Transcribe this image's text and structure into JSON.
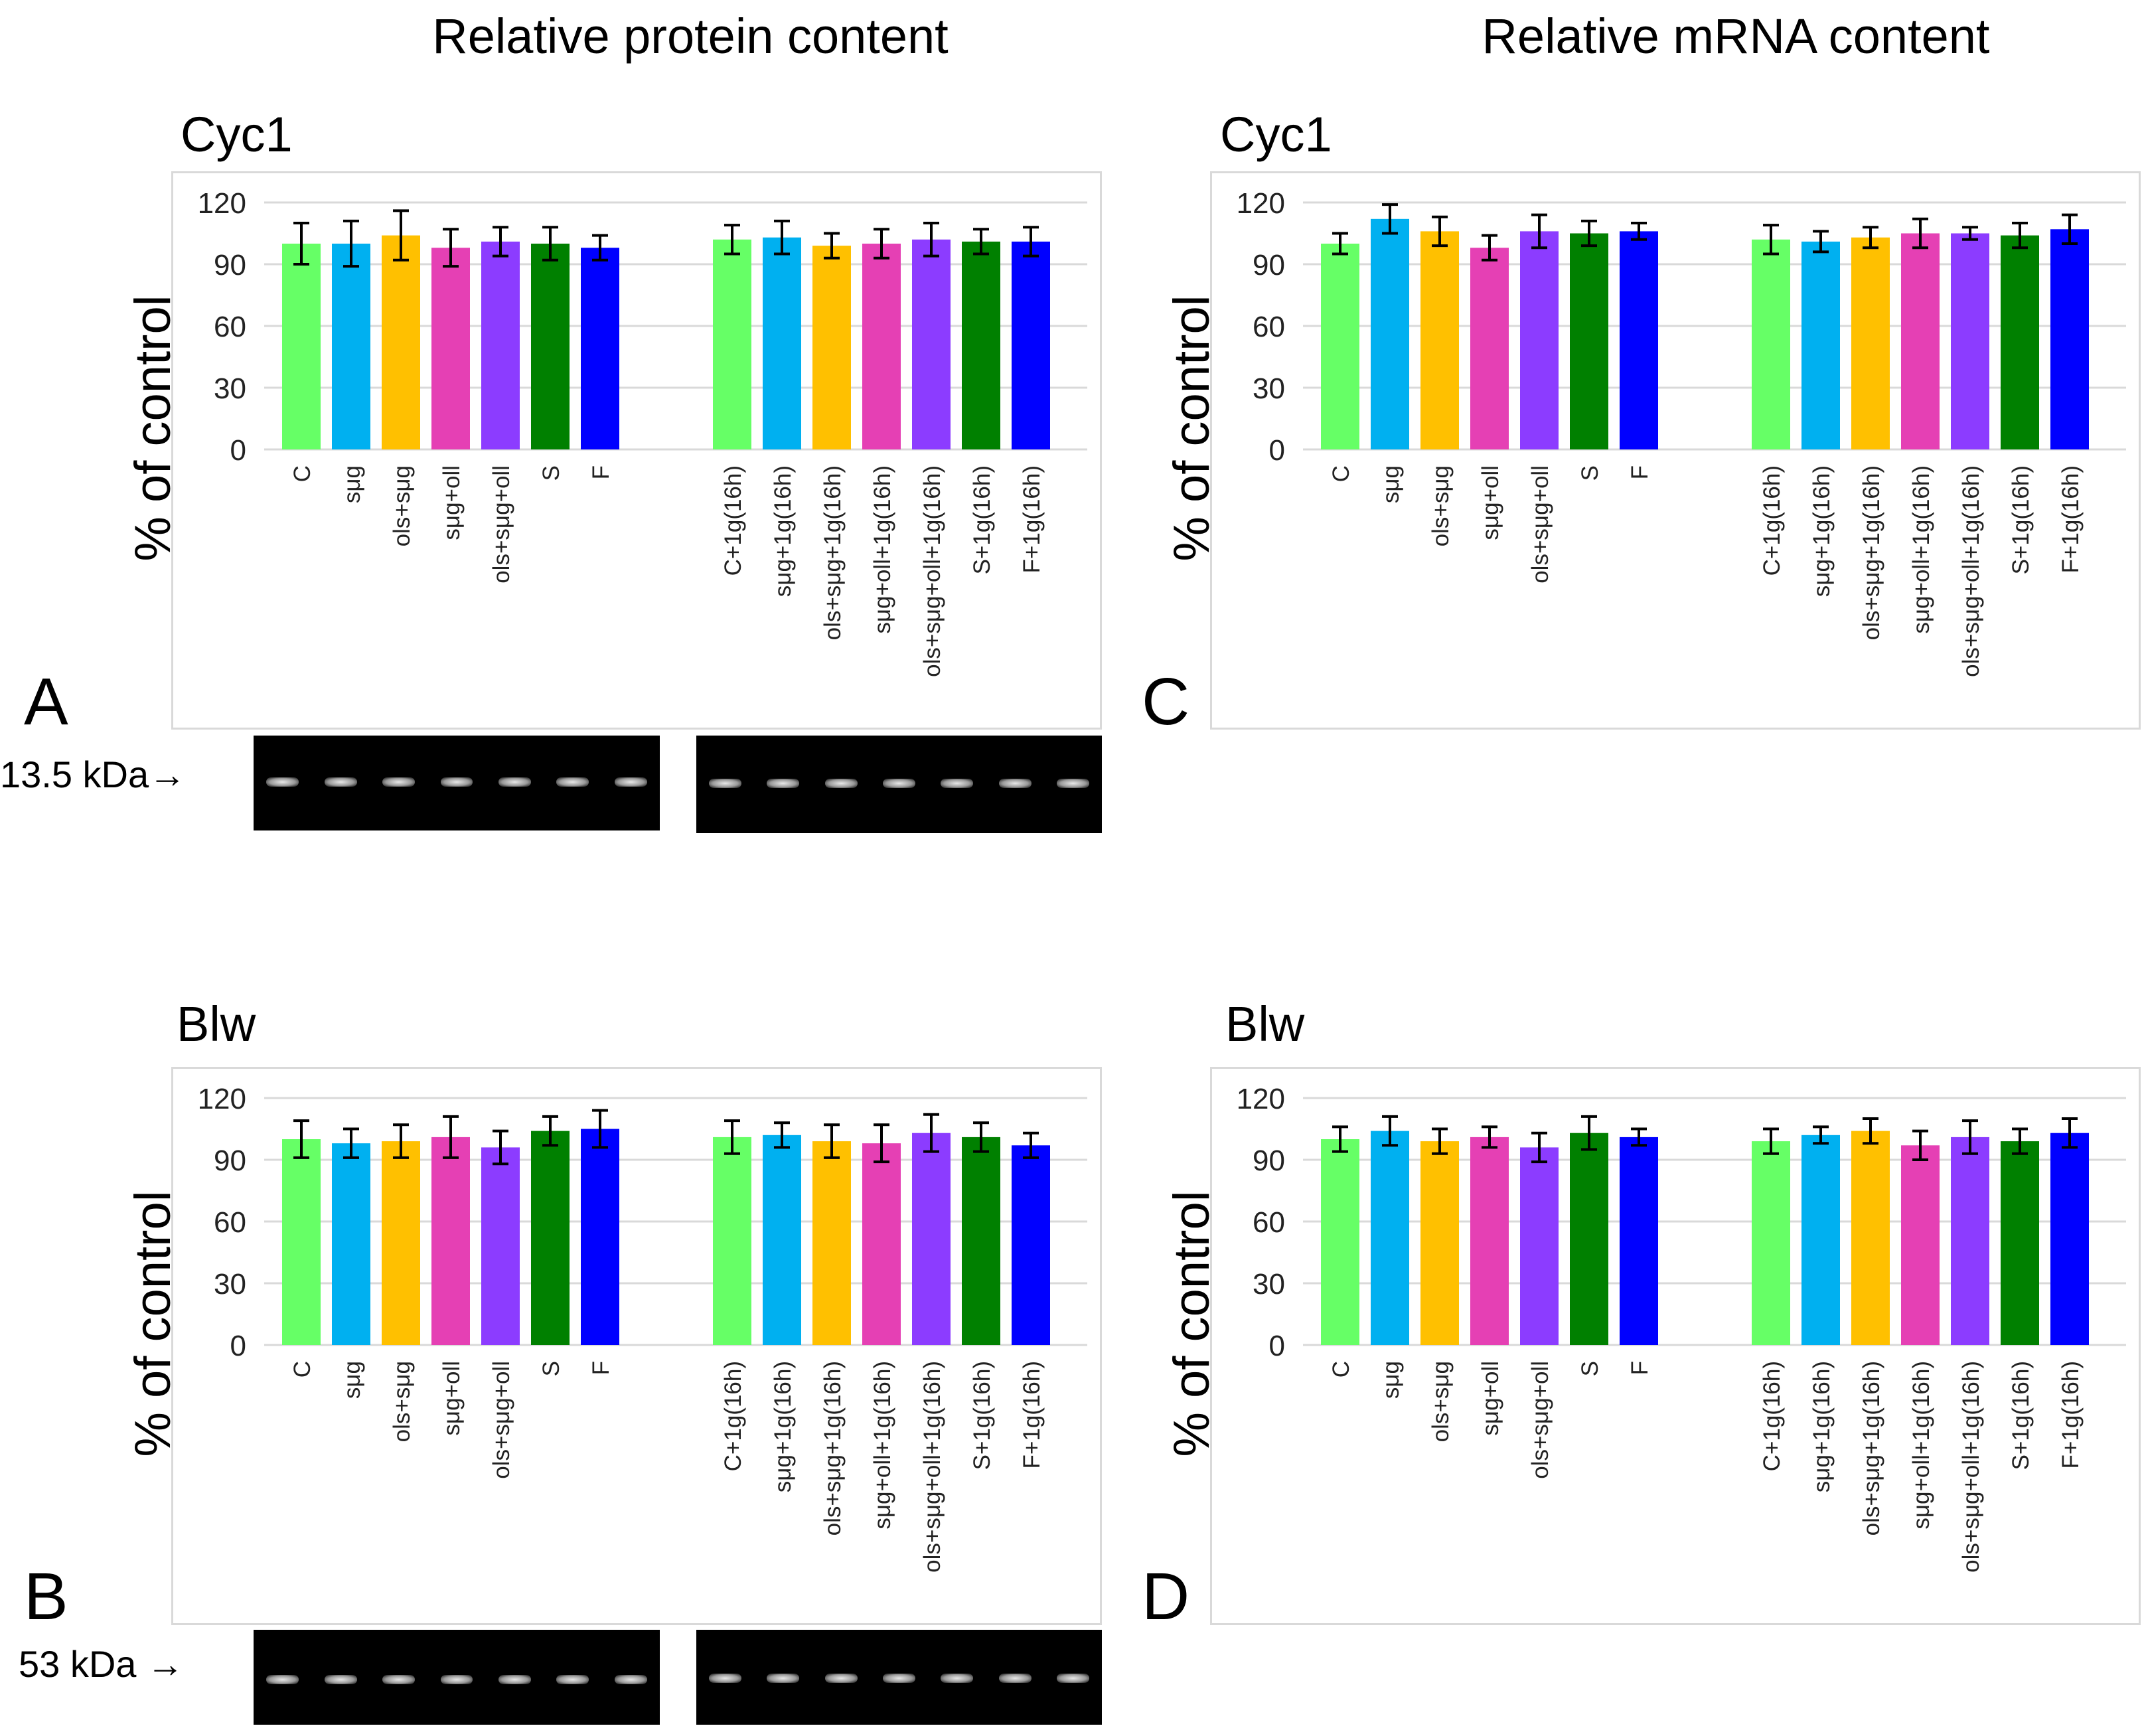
{
  "column_titles": {
    "protein": "Relative protein content",
    "mrna": "Relative mRNA content"
  },
  "panels": [
    {
      "letter": "A",
      "gene": "Cyc1",
      "band_label": "13.5 kDa→"
    },
    {
      "letter": "B",
      "gene": "Blw",
      "band_label": "53 kDa →"
    },
    {
      "letter": "C",
      "gene": "Cyc1"
    },
    {
      "letter": "D",
      "gene": "Blw"
    }
  ],
  "chart_data": [
    {
      "panel": "A",
      "type": "bar",
      "title": "Cyc1",
      "ylabel": "% of control",
      "ylim": [
        0,
        120
      ],
      "yticks": [
        0,
        30,
        60,
        90,
        120
      ],
      "grid": true,
      "colors": [
        "#66ff66",
        "#00b0f0",
        "#ffc000",
        "#e540b4",
        "#8c3cff",
        "#008000",
        "#0000ff",
        "#66ff66",
        "#00b0f0",
        "#ffc000",
        "#e540b4",
        "#8c3cff",
        "#008000",
        "#0000ff"
      ],
      "categories": [
        "C",
        "sμg",
        "ols+sμg",
        "sμg+oll",
        "ols+sμg+oll",
        "S",
        "F",
        "C+1g(16h)",
        "sμg+1g(16h)",
        "ols+sμg+1g(16h)",
        "sμg+oll+1g(16h)",
        "ols+sμg+oll+1g(16h)",
        "S+1g(16h)",
        "F+1g(16h)"
      ],
      "values": [
        100,
        100,
        104,
        98,
        101,
        100,
        98,
        102,
        103,
        99,
        100,
        102,
        101,
        101
      ],
      "errors": [
        10,
        11,
        12,
        9,
        7,
        8,
        6,
        7,
        8,
        6,
        7,
        8,
        6,
        7
      ]
    },
    {
      "panel": "B",
      "type": "bar",
      "title": "Blw",
      "ylabel": "% of control",
      "ylim": [
        0,
        120
      ],
      "yticks": [
        0,
        30,
        60,
        90,
        120
      ],
      "grid": true,
      "colors": [
        "#66ff66",
        "#00b0f0",
        "#ffc000",
        "#e540b4",
        "#8c3cff",
        "#008000",
        "#0000ff",
        "#66ff66",
        "#00b0f0",
        "#ffc000",
        "#e540b4",
        "#8c3cff",
        "#008000",
        "#0000ff"
      ],
      "categories": [
        "C",
        "sμg",
        "ols+sμg",
        "sμg+oll",
        "ols+sμg+oll",
        "S",
        "F",
        "C+1g(16h)",
        "sμg+1g(16h)",
        "ols+sμg+1g(16h)",
        "sμg+oll+1g(16h)",
        "ols+sμg+oll+1g(16h)",
        "S+1g(16h)",
        "F+1g(16h)"
      ],
      "values": [
        100,
        98,
        99,
        101,
        96,
        104,
        105,
        101,
        102,
        99,
        98,
        103,
        101,
        97
      ],
      "errors": [
        9,
        7,
        8,
        10,
        8,
        7,
        9,
        8,
        6,
        8,
        9,
        9,
        7,
        6
      ]
    },
    {
      "panel": "C",
      "type": "bar",
      "title": "Cyc1",
      "ylabel": "% of control",
      "ylim": [
        0,
        120
      ],
      "yticks": [
        0,
        30,
        60,
        90,
        120
      ],
      "grid": true,
      "colors": [
        "#66ff66",
        "#00b0f0",
        "#ffc000",
        "#e540b4",
        "#8c3cff",
        "#008000",
        "#0000ff",
        "#66ff66",
        "#00b0f0",
        "#ffc000",
        "#e540b4",
        "#8c3cff",
        "#008000",
        "#0000ff"
      ],
      "categories": [
        "C",
        "sμg",
        "ols+sμg",
        "sμg+oll",
        "ols+sμg+oll",
        "S",
        "F",
        "C+1g(16h)",
        "sμg+1g(16h)",
        "ols+sμg+1g(16h)",
        "sμg+oll+1g(16h)",
        "ols+sμg+oll+1g(16h)",
        "S+1g(16h)",
        "F+1g(16h)"
      ],
      "values": [
        100,
        112,
        106,
        98,
        106,
        105,
        106,
        102,
        101,
        103,
        105,
        105,
        104,
        107
      ],
      "errors": [
        5,
        7,
        7,
        6,
        8,
        6,
        4,
        7,
        5,
        5,
        7,
        3,
        6,
        7
      ]
    },
    {
      "panel": "D",
      "type": "bar",
      "title": "Blw",
      "ylabel": "% of control",
      "ylim": [
        0,
        120
      ],
      "yticks": [
        0,
        30,
        60,
        90,
        120
      ],
      "grid": true,
      "colors": [
        "#66ff66",
        "#00b0f0",
        "#ffc000",
        "#e540b4",
        "#8c3cff",
        "#008000",
        "#0000ff",
        "#66ff66",
        "#00b0f0",
        "#ffc000",
        "#e540b4",
        "#8c3cff",
        "#008000",
        "#0000ff"
      ],
      "categories": [
        "C",
        "sμg",
        "ols+sμg",
        "sμg+oll",
        "ols+sμg+oll",
        "S",
        "F",
        "C+1g(16h)",
        "sμg+1g(16h)",
        "ols+sμg+1g(16h)",
        "sμg+oll+1g(16h)",
        "ols+sμg+oll+1g(16h)",
        "S+1g(16h)",
        "F+1g(16h)"
      ],
      "values": [
        100,
        104,
        99,
        101,
        96,
        103,
        101,
        99,
        102,
        104,
        97,
        101,
        99,
        103
      ],
      "errors": [
        6,
        7,
        6,
        5,
        7,
        8,
        4,
        6,
        4,
        6,
        7,
        8,
        6,
        7
      ]
    }
  ]
}
